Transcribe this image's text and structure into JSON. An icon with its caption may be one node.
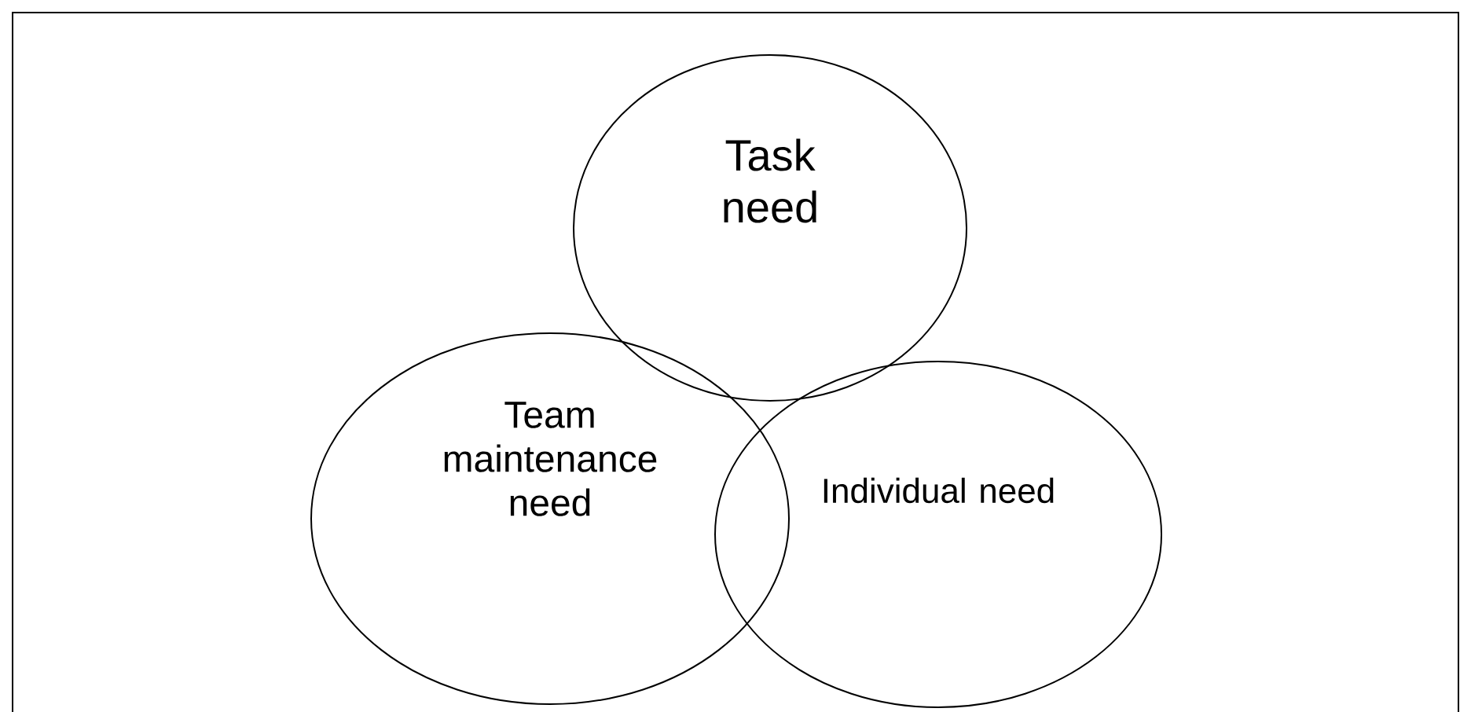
{
  "diagram": {
    "nodes": [
      {
        "text": [
          "Task need"
        ]
      },
      {
        "text": [
          "Team maintenance need"
        ]
      },
      {
        "text": [
          "Individual need"
        ]
      }
    ]
  }
}
